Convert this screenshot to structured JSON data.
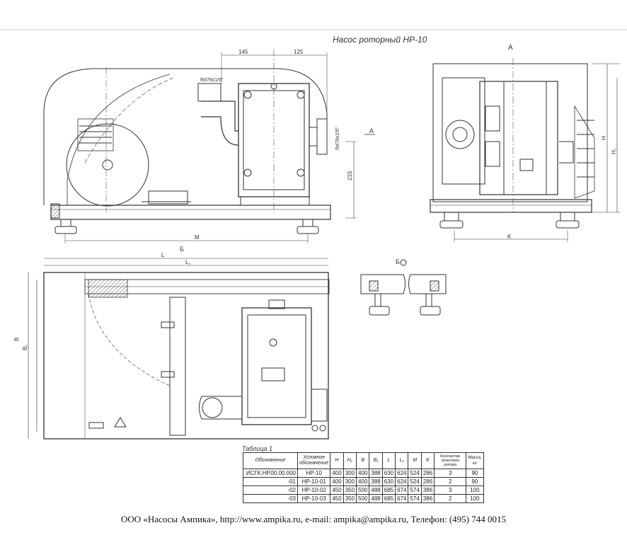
{
  "title": "Насос роторный НР-10",
  "views": {
    "view_a_label": "А",
    "arrow_a_label": "А",
    "section_b_label": "Б",
    "section_b_ref": "Б"
  },
  "dimensions": {
    "d145": "145",
    "d125": "125",
    "d215": "215",
    "thread1": "Rd78x1/6\"",
    "thread2": "Rd78x1/6\"",
    "M": "M",
    "K": "K",
    "L": "L",
    "L1": "L₁",
    "B": "B",
    "B1": "B₁",
    "H": "H",
    "H1": "H₁"
  },
  "table": {
    "caption": "Таблица 1",
    "headers": [
      "Обозначение",
      "Условное обозначение",
      "H",
      "H₁",
      "B",
      "B₁",
      "L",
      "L₁",
      "M",
      "K",
      "Количество лепестков ротора",
      "Масса, кг"
    ],
    "rows": [
      [
        "ИСГК.НР.00.00.000",
        "НР-10",
        "400",
        "300",
        "400",
        "388",
        "630",
        "624",
        "524",
        "286",
        "3",
        "90"
      ],
      [
        "-01",
        "НР-10-01",
        "400",
        "300",
        "400",
        "388",
        "630",
        "624",
        "524",
        "286",
        "2",
        "90"
      ],
      [
        "-02",
        "НР-10-02",
        "450",
        "350",
        "500",
        "488",
        "685",
        "674",
        "574",
        "386",
        "3",
        "100"
      ],
      [
        "-03",
        "НР-10-03",
        "450",
        "350",
        "500",
        "488",
        "685",
        "674",
        "574",
        "386",
        "2",
        "100"
      ]
    ]
  },
  "footer": "ООО «Насосы Ампика», http://www.ampika.ru, e-mail: ampika@ampika.ru, Телефон: (495) 744 0015"
}
